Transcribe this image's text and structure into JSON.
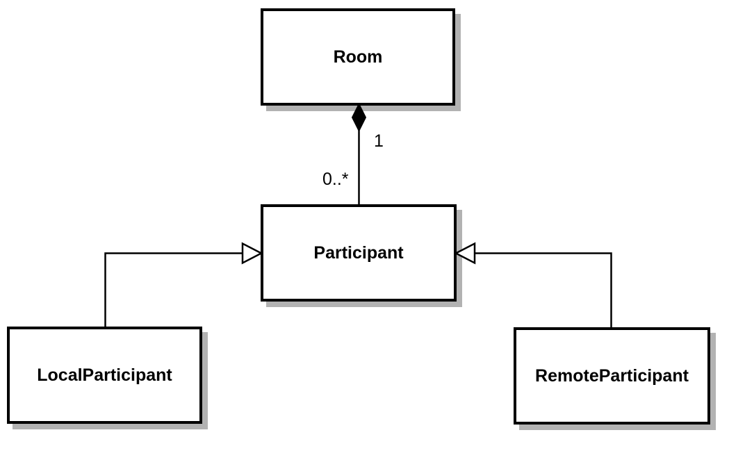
{
  "diagram": {
    "type": "uml-class-diagram",
    "classes": [
      {
        "id": "room",
        "label": "Room"
      },
      {
        "id": "participant",
        "label": "Participant"
      },
      {
        "id": "local-participant",
        "label": "LocalParticipant"
      },
      {
        "id": "remote-participant",
        "label": "RemoteParticipant"
      }
    ],
    "relationships": [
      {
        "type": "composition",
        "from": "Room",
        "to": "Participant",
        "from_multiplicity": "1",
        "to_multiplicity": "0..*"
      },
      {
        "type": "inheritance",
        "from": "LocalParticipant",
        "to": "Participant"
      },
      {
        "type": "inheritance",
        "from": "RemoteParticipant",
        "to": "Participant"
      }
    ],
    "colors": {
      "background": "#ffffff",
      "box_fill": "#ffffff",
      "box_border": "#000000",
      "box_shadow": "#b2b2b2",
      "line": "#000000",
      "text": "#000000"
    }
  }
}
